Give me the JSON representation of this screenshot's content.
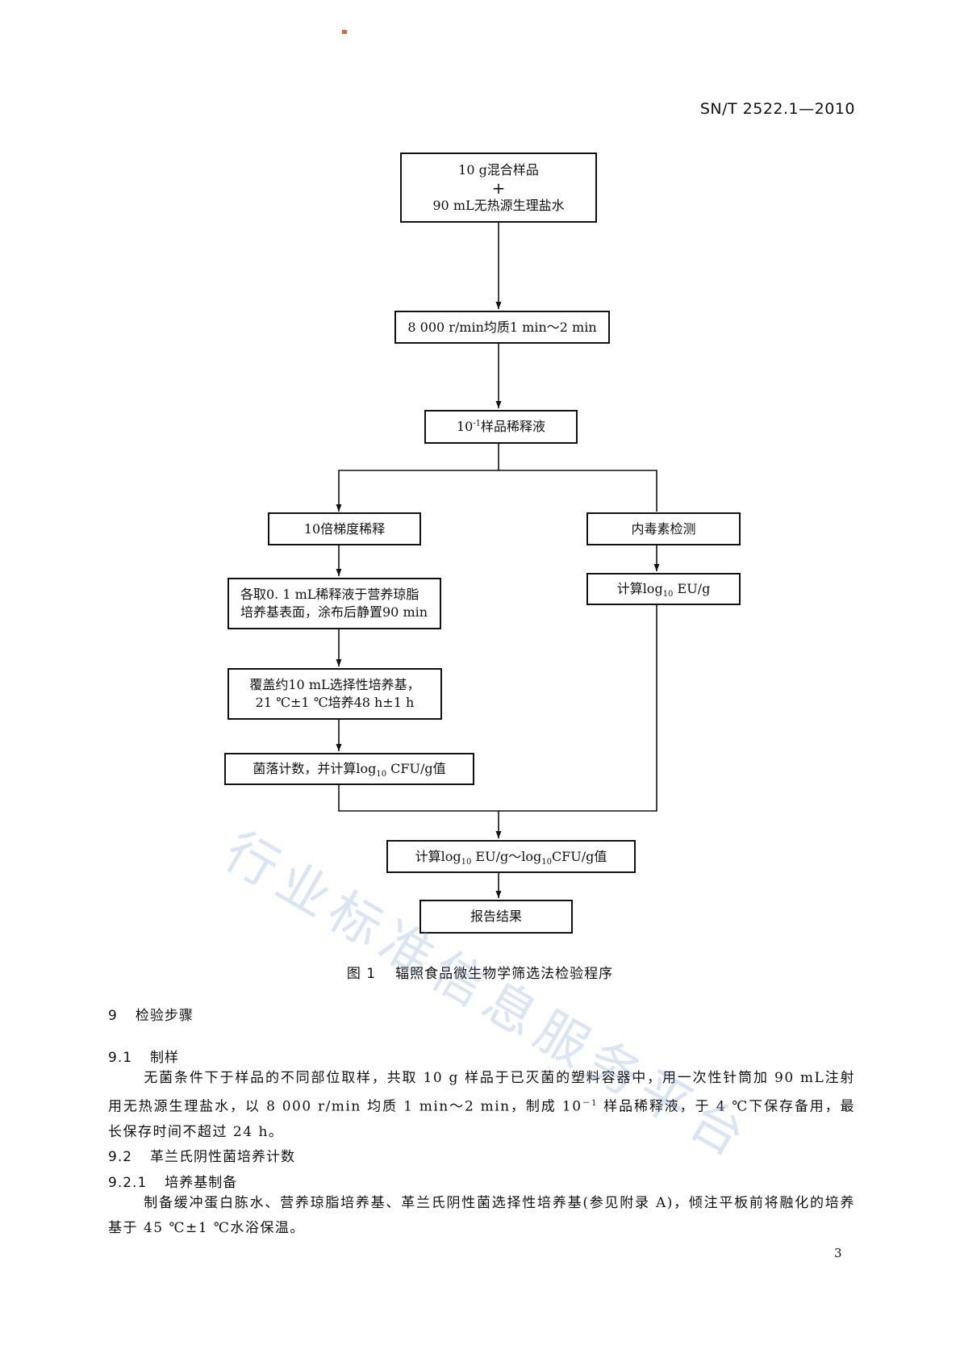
{
  "header": {
    "standard_code": "SN/T 2522.1—2010"
  },
  "flowchart": {
    "step1_line1": "10 g混合样品",
    "step1_plus": "+",
    "step1_line2": "90 mL无热源生理盐水",
    "step2": "8 000 r/min均质1 min～2 min",
    "step3_base": "10",
    "step3_sup": "-1",
    "step3_text": "样品稀释液",
    "left_step1": "10倍梯度稀释",
    "left_step2_line1": "各取0. 1 mL稀释液于营养琼脂",
    "left_step2_line2": "培养基表面，涂布后静置90 min",
    "left_step3_line1": "覆盖约10 mL选择性培养基，",
    "left_step3_line2": "21 ℃±1 ℃培养48 h±1 h",
    "left_step4_a": "菌落计数，并计算log",
    "left_step4_sub": "10",
    "left_step4_b": " CFU/g值",
    "right_step1": "内毒素检测",
    "right_step2_a": "计算log",
    "right_step2_sub": "10",
    "right_step2_b": " EU/g",
    "merge_a": "计算log",
    "merge_sub1": "10",
    "merge_b": " EU/g～log",
    "merge_sub2": "10",
    "merge_c": "CFU/g值",
    "final": "报告结果"
  },
  "figure": {
    "number": "图 1",
    "title": "辐照食品微生物学筛选法检验程序"
  },
  "sections": {
    "s9_num": "9",
    "s9_title": "检验步骤",
    "s91_num": "9.1",
    "s91_title": "制样",
    "s91_body_a": "无菌条件下于样品的不同部位取样，共取 10 g 样品于已灭菌的塑料容器中，用一次性针筒加 90 mL注射用无热源生理盐水，以 8 000 r/min 均质 1 min～2 min，制成 10",
    "s91_body_sup": "－1",
    "s91_body_b": " 样品稀释液，于 4 ℃下保存备用，最长保存时间不超过 24 h。",
    "s92_num": "9.2",
    "s92_title": "革兰氏阴性菌培养计数",
    "s921_num": "9.2.1",
    "s921_title": "培养基制备",
    "s921_body": "制备缓冲蛋白胨水、营养琼脂培养基、革兰氏阴性菌选择性培养基(参见附录 A)，倾注平板前将融化的培养基于 45 ℃±1 ℃水浴保温。"
  },
  "page_number": "3",
  "watermark": "行业标准信息服务平台"
}
